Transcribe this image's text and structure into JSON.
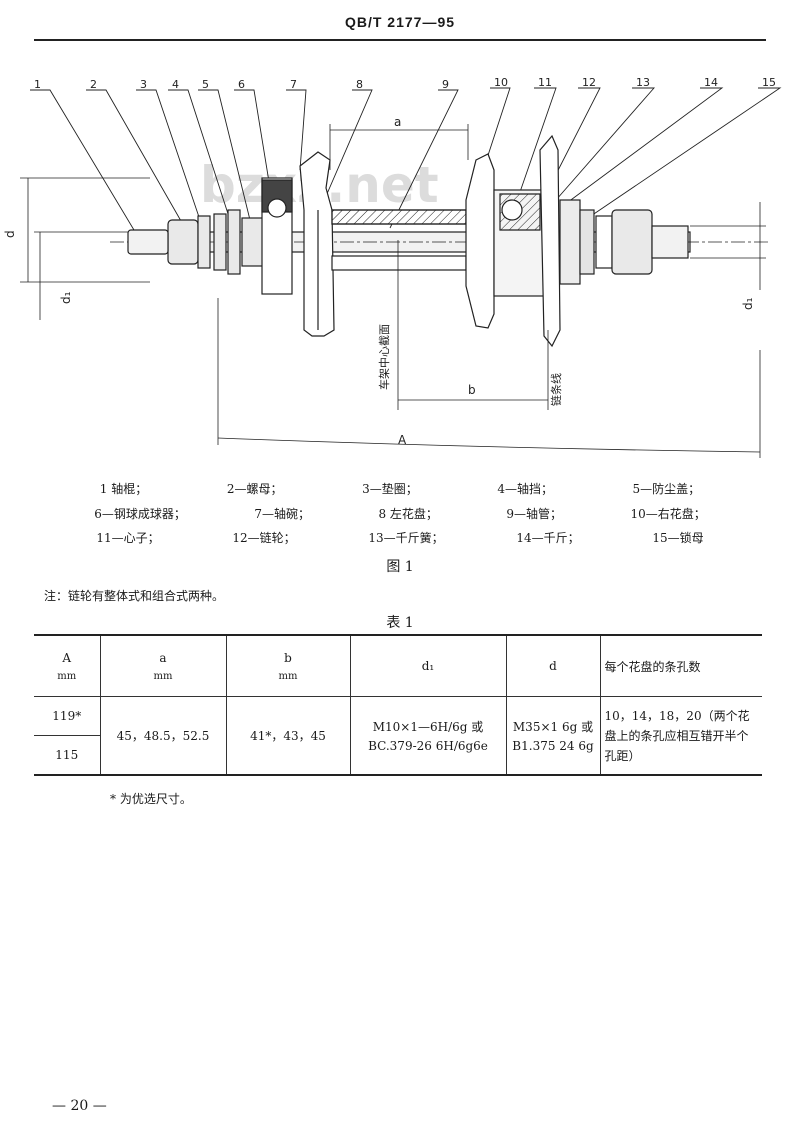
{
  "header": {
    "title": "QB/T 2177—95"
  },
  "drawing": {
    "callouts": [
      "1",
      "2",
      "3",
      "4",
      "5",
      "6",
      "7",
      "8",
      "9",
      "10",
      "11",
      "12",
      "13",
      "14",
      "15"
    ],
    "dim_a": "a",
    "dim_b": "b",
    "dim_A": "A",
    "dim_d": "d",
    "dim_d1_left": "d₁",
    "dim_d1_right": "d₁",
    "label_center": "车架中心截面",
    "label_chain": "链条线",
    "watermark": "bzxz.net"
  },
  "legend": {
    "row1": [
      "1 轴棍；",
      "2—螺母；",
      "3—垫圈；",
      "4—轴挡；",
      "5—防尘盖；"
    ],
    "row2": [
      "6—钢球成球器；",
      "7—轴碗；",
      "8 左花盘；",
      "9—轴管；",
      "10—右花盘；"
    ],
    "row3": [
      "11—心子；",
      "12—链轮；",
      "13—千斤簧；",
      "14—千斤；",
      "15—锁母"
    ]
  },
  "figure_caption": "图 1",
  "note": "注：链轮有整体式和组合式两种。",
  "table_caption": "表 1",
  "table": {
    "head": {
      "A": "A",
      "A_unit": "mm",
      "a": "a",
      "a_unit": "mm",
      "b": "b",
      "b_unit": "mm",
      "d1": "d₁",
      "d": "d",
      "holes": "每个花盘的条孔数"
    },
    "row1": {
      "A": "119*",
      "a": "45，48.5，52.5",
      "b": "41*，43，45",
      "d1_line1": "M10×1—6H/6g 或",
      "d1_line2": "BC.379-26 6H/6g6e",
      "d_line1": "M35×1 6g 或",
      "d_line2": "B1.375 24 6g",
      "holes": "10，14，18，20（两个花盘上的条孔应相互错开半个孔距）"
    },
    "row2": {
      "A": "115"
    }
  },
  "footnote": "* 为优选尺寸。",
  "page_number": "— 20 —"
}
